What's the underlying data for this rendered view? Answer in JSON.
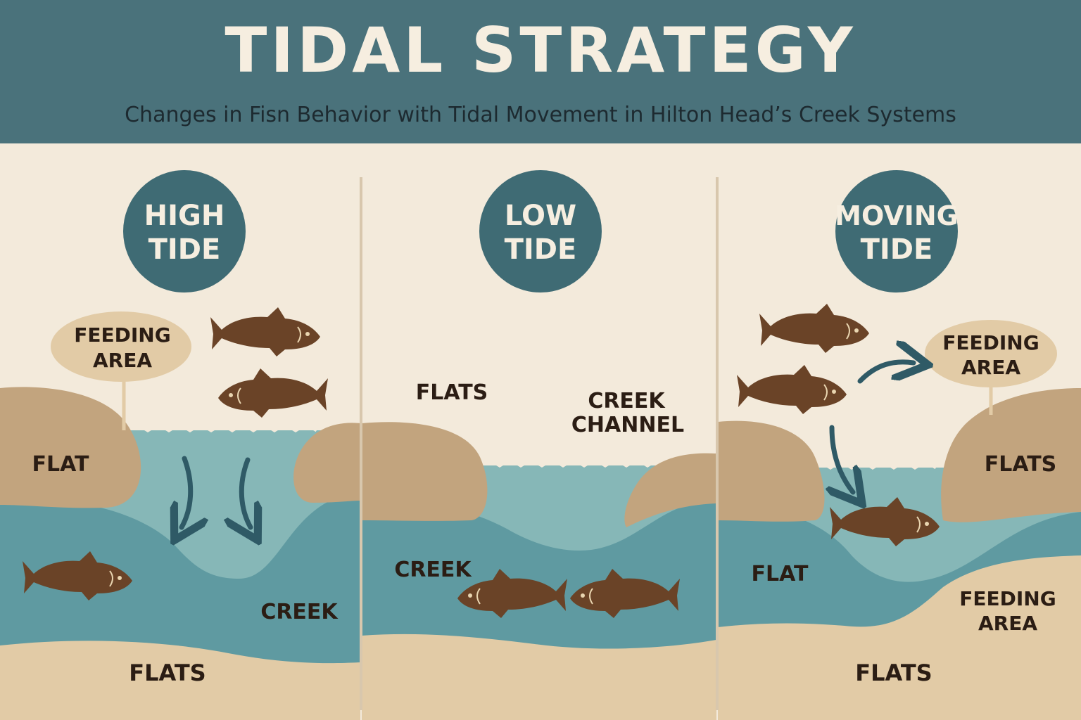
{
  "header": {
    "title": "TIDAL STRATEGY",
    "subtitle": "Changes in Fisn Behavior with Tidal Movement in Hilton Head’s Creek Systems"
  },
  "colors": {
    "header_bg": "#4a727b",
    "background": "#f3eadb",
    "badge": "#3f6b74",
    "sand": "#c2a47e",
    "deep_water": "#5f9aa1",
    "shallow_water": "#86b7b7",
    "flats_floor": "#e2cba6",
    "fish": "#6a4327"
  },
  "panels": [
    {
      "badge_line1": "HIGH",
      "badge_line2": "TIDE",
      "feeding_line1": "FEEDING",
      "feeding_line2": "AREA",
      "flat_label": "FLAT",
      "creek_label": "CREEK",
      "flats_label": "FLATS"
    },
    {
      "badge_line1": "LOW",
      "badge_line2": "TIDE",
      "flats_label": "FLATS",
      "channel_line1": "CREEK",
      "channel_line2": "CHANNEL",
      "creek_label": "CREEK"
    },
    {
      "badge_line1": "MOVING",
      "badge_line2": "TIDE",
      "feeding_top_line1": "FEEDING",
      "feeding_top_line2": "AREA",
      "flats_right_label": "FLATS",
      "flat_label": "FLAT",
      "feeding_bottom_line1": "FEEDING",
      "feeding_bottom_line2": "AREA",
      "flats_label": "FLATS"
    }
  ]
}
